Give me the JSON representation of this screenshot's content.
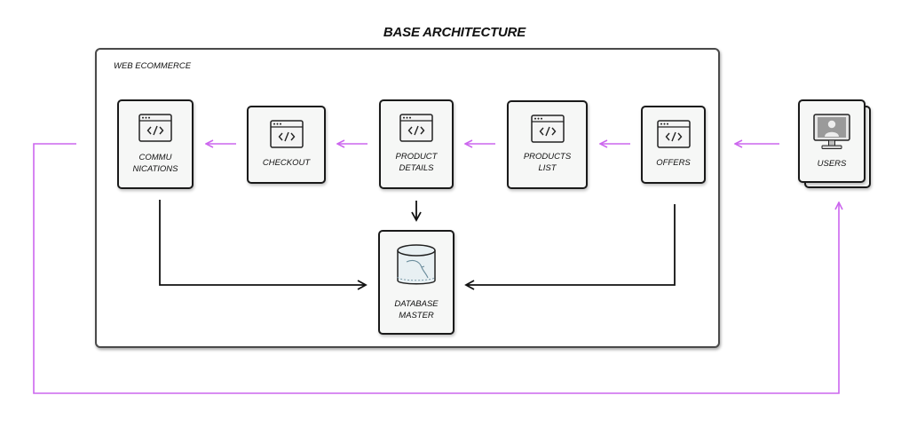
{
  "title": "BASE ARCHITECTURE",
  "container": {
    "label": "WEB ECOMMERCE"
  },
  "nodes": {
    "communications": {
      "line1": "COMMU",
      "line2": "NICATIONS",
      "icon": "code-window-icon"
    },
    "checkout": {
      "line1": "CHECKOUT",
      "icon": "code-window-icon"
    },
    "product_details": {
      "line1": "PRODUCT",
      "line2": "DETAILS",
      "icon": "code-window-icon"
    },
    "products_list": {
      "line1": "PRODUCTS",
      "line2": "LIST",
      "icon": "code-window-icon"
    },
    "offers": {
      "line1": "OFFERS",
      "icon": "code-window-icon"
    },
    "database_master": {
      "line1": "DATABASE",
      "line2": "MASTER",
      "icon": "mysql-database-icon"
    },
    "users": {
      "line1": "USERS",
      "icon": "desktop-user-icon"
    }
  },
  "colors": {
    "flow_arrow": "#cc66ee",
    "data_arrow": "#111111",
    "node_fill": "#f6f7f6"
  }
}
